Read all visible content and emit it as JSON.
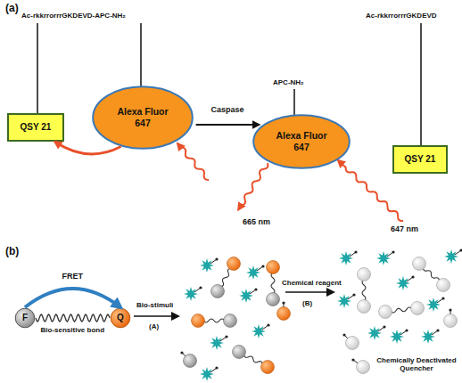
{
  "diagram": {
    "nodes": [
      {
        "text": [
          "QSY 21"
        ]
      },
      {
        "text": [
          "Alexa Fluor 647"
        ]
      },
      {
        "text": [
          "Alexa Fluor 647"
        ]
      },
      {
        "text": [
          "QSY 21"
        ]
      },
      {
        "text": [
          "F"
        ]
      },
      {
        "text": [
          "Q"
        ]
      }
    ],
    "edges": [
      {
        "from": 1,
        "to": 0,
        "arrow": "to"
      },
      {
        "from": 1,
        "to": 2,
        "label": "Caspase",
        "arrow": "to"
      },
      {
        "from": 4,
        "to": 5,
        "label": "FRET",
        "arrow": "to"
      },
      {
        "from": 4,
        "to": 5,
        "label": "Bio-sensitive bond",
        "arrow": "none"
      }
    ],
    "labels": [
      "(a)",
      "Ac-rkkrrorrrGKDEVD-APC-NH₂",
      "APC-NH₂",
      "Ac-rkkrrorrrGKDEVD",
      "665 nm",
      "647 nm",
      "(b)",
      "Bio-stimuli",
      "(A)",
      "Chemical reagent",
      "(B)",
      "Chemically Deactivated Quencher"
    ]
  }
}
